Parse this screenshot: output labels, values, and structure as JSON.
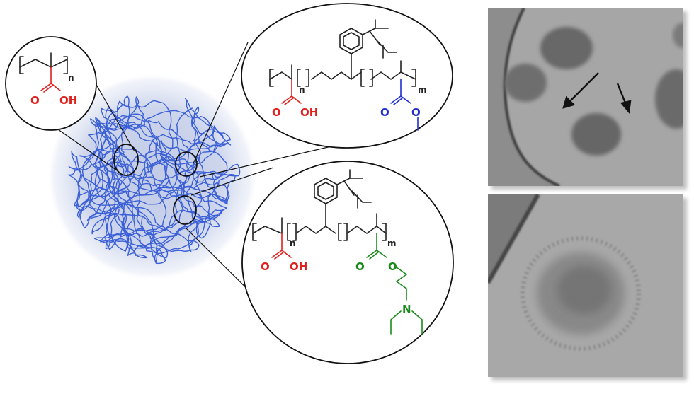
{
  "colors": {
    "acid": "#e0201c",
    "ester": "#1e2fd0",
    "amino_ester": "#1a8a1a",
    "backbone": "#222222",
    "coil": "#3a5fd6",
    "halo": "#c9d2ea"
  },
  "paa": {
    "subscript": "n",
    "acid_label": "OH",
    "carbonyl_label": "O"
  },
  "copolymer_ester": {
    "subscript_left": "n",
    "subscript_right": "m",
    "acid_label": "OH",
    "acid_carbonyl": "O",
    "ester_carbonyl": "O",
    "ester_oxygen": "O"
  },
  "copolymer_amine": {
    "subscript_left": "n",
    "subscript_right": "m",
    "acid_label": "OH",
    "acid_carbonyl": "O",
    "ester_carbonyl": "O",
    "ester_oxygen": "O",
    "nitrogen": "N"
  },
  "micrographs": {
    "top": {
      "particles": 5,
      "arrows": 2
    },
    "bottom": {
      "particles": 1
    }
  }
}
